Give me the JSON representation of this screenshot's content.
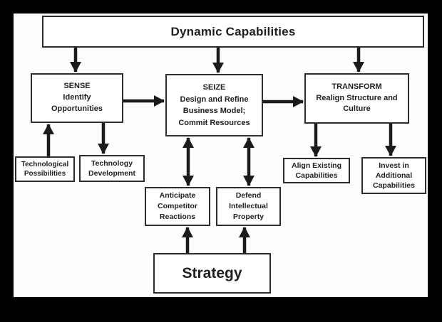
{
  "colors": {
    "frame": "#000000",
    "canvas": "#fdfdfd",
    "box_background": "#ffffff",
    "box_border": "#2d2d2d",
    "arrow": "#1b1b1b",
    "text": "#1f1f1f"
  },
  "diagram": {
    "nodes": {
      "dynamic_capabilities": {
        "label": "Dynamic Capabilities"
      },
      "sense": {
        "label": "SENSE\nIdentify\nOpportunities"
      },
      "seize": {
        "label": "SEIZE\nDesign and Refine\nBusiness Model;\nCommit Resources"
      },
      "transform": {
        "label": "TRANSFORM\nRealign Structure and\nCulture"
      },
      "technological_possibilities": {
        "label": "Technological\nPossibilities"
      },
      "technology_development": {
        "label": "Technology\nDevelopment"
      },
      "anticipate_competitor_reactions": {
        "label": "Anticipate\nCompetitor\nReactions"
      },
      "defend_intellectual_property": {
        "label": "Defend\nIntellectual\nProperty"
      },
      "align_existing_capabilities": {
        "label": "Align Existing\nCapabilities"
      },
      "invest_additional_capabilities": {
        "label": "Invest in\nAdditional\nCapabilities"
      },
      "strategy": {
        "label": "Strategy"
      }
    },
    "connections": [
      {
        "from": "dynamic_capabilities",
        "to": "sense",
        "type": "arrow"
      },
      {
        "from": "dynamic_capabilities",
        "to": "seize",
        "type": "arrow"
      },
      {
        "from": "dynamic_capabilities",
        "to": "transform",
        "type": "arrow"
      },
      {
        "from": "sense",
        "to": "seize",
        "type": "arrow"
      },
      {
        "from": "seize",
        "to": "transform",
        "type": "arrow"
      },
      {
        "from": "technological_possibilities",
        "to": "sense",
        "type": "arrow"
      },
      {
        "from": "sense",
        "to": "technology_development",
        "type": "arrow"
      },
      {
        "from": "seize",
        "to": "anticipate_competitor_reactions",
        "type": "double-arrow"
      },
      {
        "from": "seize",
        "to": "defend_intellectual_property",
        "type": "double-arrow"
      },
      {
        "from": "transform",
        "to": "align_existing_capabilities",
        "type": "arrow"
      },
      {
        "from": "transform",
        "to": "invest_additional_capabilities",
        "type": "arrow"
      },
      {
        "from": "strategy",
        "to": "anticipate_competitor_reactions",
        "type": "arrow"
      },
      {
        "from": "strategy",
        "to": "defend_intellectual_property",
        "type": "arrow"
      }
    ]
  }
}
